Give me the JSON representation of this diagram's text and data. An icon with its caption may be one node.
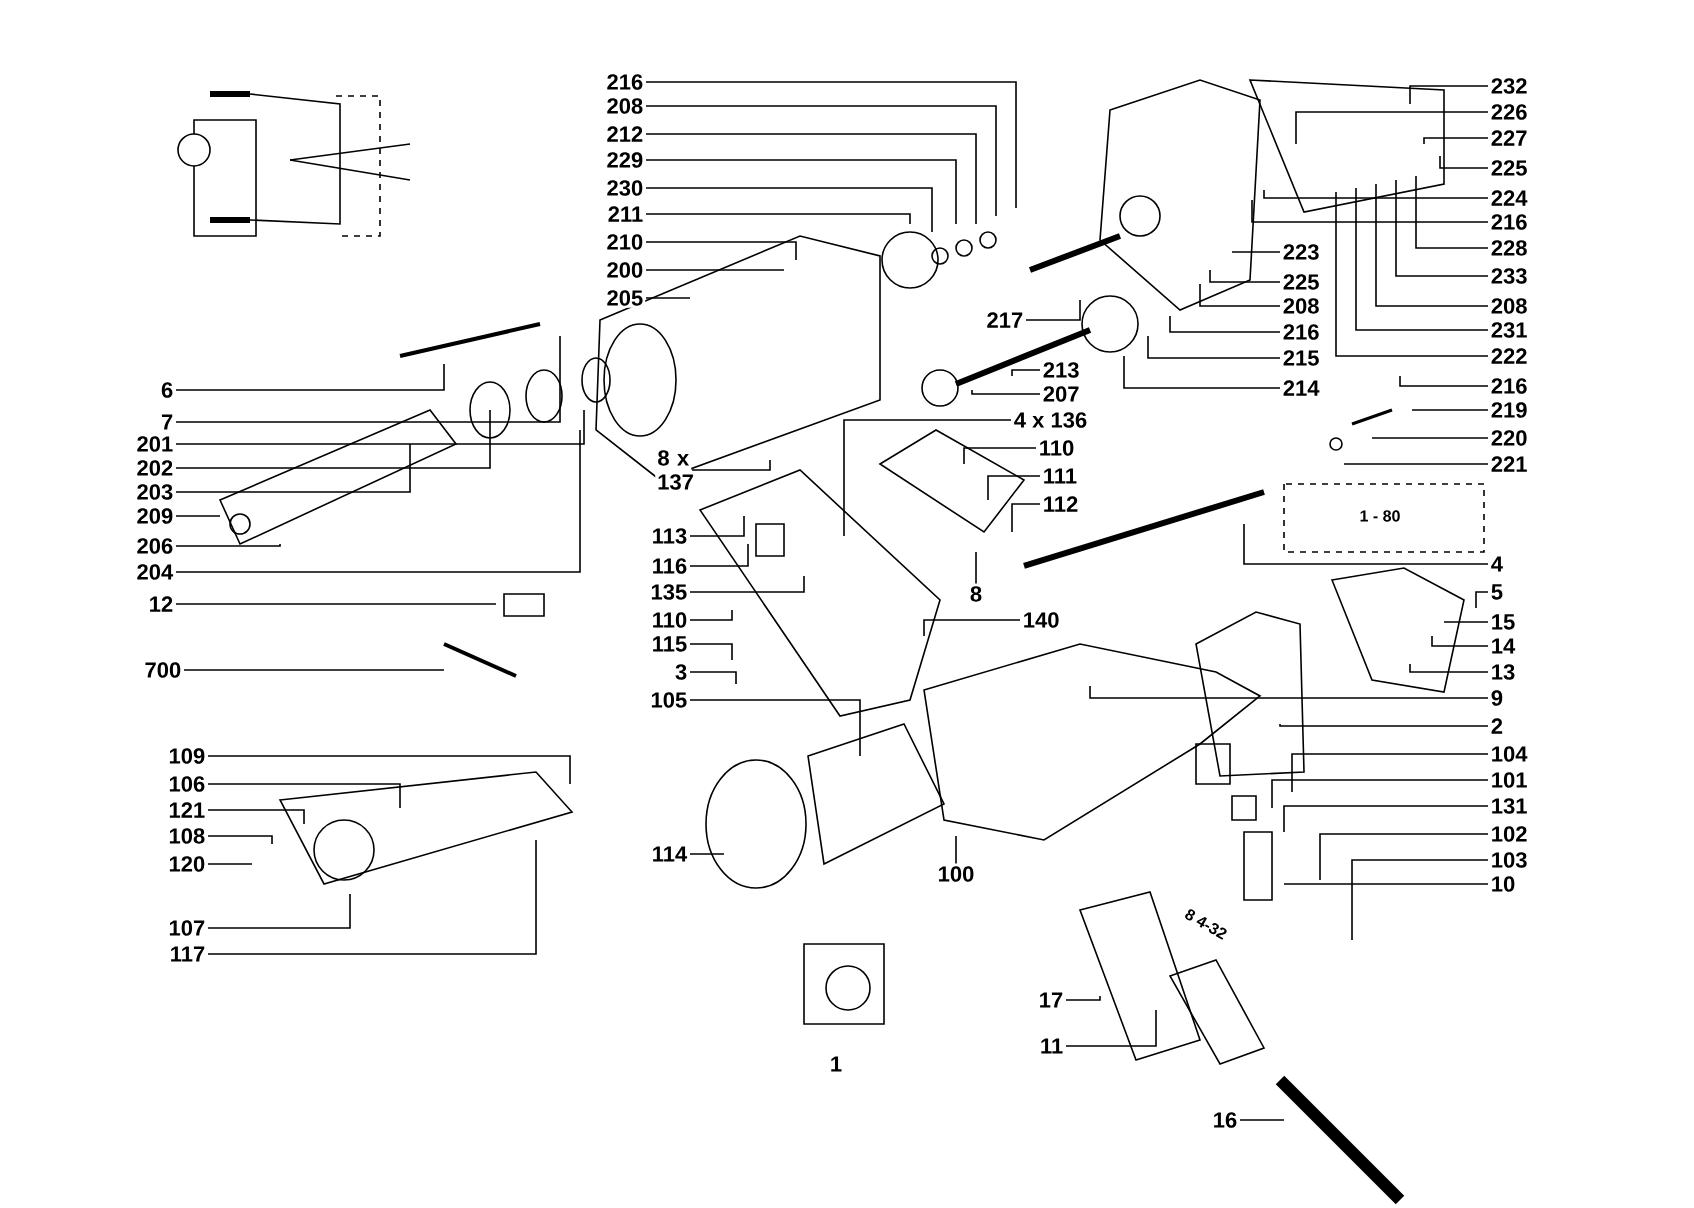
{
  "diagram": {
    "nodes": [
      {
        "text": [
          "6"
        ]
      },
      {
        "text": [
          "7"
        ]
      },
      {
        "text": [
          "201"
        ]
      },
      {
        "text": [
          "202"
        ]
      },
      {
        "text": [
          "203"
        ]
      },
      {
        "text": [
          "209"
        ]
      },
      {
        "text": [
          "206"
        ]
      },
      {
        "text": [
          "204"
        ]
      },
      {
        "text": [
          "12"
        ]
      },
      {
        "text": [
          "700"
        ]
      },
      {
        "text": [
          "109"
        ]
      },
      {
        "text": [
          "106"
        ]
      },
      {
        "text": [
          "121"
        ]
      },
      {
        "text": [
          "108"
        ]
      },
      {
        "text": [
          "120"
        ]
      },
      {
        "text": [
          "107"
        ]
      },
      {
        "text": [
          "117"
        ]
      },
      {
        "text": [
          "216"
        ]
      },
      {
        "text": [
          "208"
        ]
      },
      {
        "text": [
          "212"
        ]
      },
      {
        "text": [
          "229"
        ]
      },
      {
        "text": [
          "230"
        ]
      },
      {
        "text": [
          "211"
        ]
      },
      {
        "text": [
          "210"
        ]
      },
      {
        "text": [
          "200"
        ]
      },
      {
        "text": [
          "205"
        ]
      },
      {
        "text": [
          "8 x 137"
        ]
      },
      {
        "text": [
          "113"
        ]
      },
      {
        "text": [
          "116"
        ]
      },
      {
        "text": [
          "135"
        ]
      },
      {
        "text": [
          "110"
        ]
      },
      {
        "text": [
          "115"
        ]
      },
      {
        "text": [
          "3"
        ]
      },
      {
        "text": [
          "105"
        ]
      },
      {
        "text": [
          "114"
        ]
      },
      {
        "text": [
          "217"
        ]
      },
      {
        "text": [
          "213"
        ]
      },
      {
        "text": [
          "207"
        ]
      },
      {
        "text": [
          "4 x 136"
        ]
      },
      {
        "text": [
          "110"
        ]
      },
      {
        "text": [
          "111"
        ]
      },
      {
        "text": [
          "112"
        ]
      },
      {
        "text": [
          "140"
        ]
      },
      {
        "text": [
          "8"
        ]
      },
      {
        "text": [
          "100"
        ]
      },
      {
        "text": [
          "17"
        ]
      },
      {
        "text": [
          "11"
        ]
      },
      {
        "text": [
          "16"
        ]
      },
      {
        "text": [
          "232"
        ]
      },
      {
        "text": [
          "226"
        ]
      },
      {
        "text": [
          "227"
        ]
      },
      {
        "text": [
          "225"
        ]
      },
      {
        "text": [
          "224"
        ]
      },
      {
        "text": [
          "216"
        ]
      },
      {
        "text": [
          "228"
        ]
      },
      {
        "text": [
          "233"
        ]
      },
      {
        "text": [
          "208"
        ]
      },
      {
        "text": [
          "231"
        ]
      },
      {
        "text": [
          "222"
        ]
      },
      {
        "text": [
          "223"
        ]
      },
      {
        "text": [
          "225"
        ]
      },
      {
        "text": [
          "208"
        ]
      },
      {
        "text": [
          "216"
        ]
      },
      {
        "text": [
          "215"
        ]
      },
      {
        "text": [
          "214"
        ]
      },
      {
        "text": [
          "216"
        ]
      },
      {
        "text": [
          "219"
        ]
      },
      {
        "text": [
          "220"
        ]
      },
      {
        "text": [
          "221"
        ]
      },
      {
        "text": [
          "4"
        ]
      },
      {
        "text": [
          "5"
        ]
      },
      {
        "text": [
          "15"
        ]
      },
      {
        "text": [
          "14"
        ]
      },
      {
        "text": [
          "13"
        ]
      },
      {
        "text": [
          "9"
        ]
      },
      {
        "text": [
          "2"
        ]
      },
      {
        "text": [
          "104"
        ]
      },
      {
        "text": [
          "101"
        ]
      },
      {
        "text": [
          "131"
        ]
      },
      {
        "text": [
          "102"
        ]
      },
      {
        "text": [
          "103"
        ]
      },
      {
        "text": [
          "10"
        ]
      }
    ],
    "edges": [
      {
        "from": 0,
        "to": null,
        "arrow": "none"
      },
      {
        "from": 1,
        "to": null,
        "arrow": "none"
      },
      {
        "from": 2,
        "to": null,
        "arrow": "none"
      },
      {
        "from": 3,
        "to": null,
        "arrow": "none"
      },
      {
        "from": 4,
        "to": null,
        "arrow": "none"
      },
      {
        "from": 5,
        "to": null,
        "arrow": "none"
      },
      {
        "from": 6,
        "to": null,
        "arrow": "none"
      },
      {
        "from": 7,
        "to": null,
        "arrow": "none"
      },
      {
        "from": 8,
        "to": null,
        "arrow": "none"
      },
      {
        "from": 9,
        "to": null,
        "arrow": "none"
      },
      {
        "from": 10,
        "to": null,
        "arrow": "none"
      },
      {
        "from": 11,
        "to": null,
        "arrow": "none"
      },
      {
        "from": 12,
        "to": null,
        "arrow": "none"
      },
      {
        "from": 13,
        "to": null,
        "arrow": "none"
      },
      {
        "from": 14,
        "to": null,
        "arrow": "none"
      },
      {
        "from": 15,
        "to": null,
        "arrow": "none"
      },
      {
        "from": 16,
        "to": null,
        "arrow": "none"
      },
      {
        "from": 17,
        "to": null,
        "arrow": "none"
      },
      {
        "from": 18,
        "to": null,
        "arrow": "none"
      },
      {
        "from": 19,
        "to": null,
        "arrow": "none"
      },
      {
        "from": 20,
        "to": null,
        "arrow": "none"
      },
      {
        "from": 21,
        "to": null,
        "arrow": "none"
      },
      {
        "from": 22,
        "to": null,
        "arrow": "none"
      },
      {
        "from": 23,
        "to": null,
        "arrow": "none"
      },
      {
        "from": 24,
        "to": null,
        "arrow": "none"
      },
      {
        "from": 25,
        "to": null,
        "arrow": "none"
      },
      {
        "from": 26,
        "to": null,
        "arrow": "none"
      },
      {
        "from": 27,
        "to": null,
        "arrow": "none"
      },
      {
        "from": 28,
        "to": null,
        "arrow": "none"
      },
      {
        "from": 29,
        "to": null,
        "arrow": "none"
      },
      {
        "from": 30,
        "to": null,
        "arrow": "none"
      },
      {
        "from": 31,
        "to": null,
        "arrow": "none"
      },
      {
        "from": 32,
        "to": null,
        "arrow": "none"
      },
      {
        "from": 33,
        "to": null,
        "arrow": "none"
      },
      {
        "from": 34,
        "to": null,
        "arrow": "none"
      },
      {
        "from": 35,
        "to": null,
        "arrow": "none"
      },
      {
        "from": 36,
        "to": null,
        "arrow": "none"
      },
      {
        "from": 37,
        "to": null,
        "arrow": "none"
      },
      {
        "from": 38,
        "to": null,
        "arrow": "none"
      },
      {
        "from": 39,
        "to": null,
        "arrow": "none"
      },
      {
        "from": 40,
        "to": null,
        "arrow": "none"
      },
      {
        "from": 41,
        "to": null,
        "arrow": "none"
      },
      {
        "from": 42,
        "to": null,
        "arrow": "none"
      },
      {
        "from": 43,
        "to": null,
        "arrow": "none"
      },
      {
        "from": 44,
        "to": null,
        "arrow": "none"
      },
      {
        "from": 45,
        "to": null,
        "arrow": "none"
      },
      {
        "from": 46,
        "to": null,
        "arrow": "none"
      },
      {
        "from": 47,
        "to": null,
        "arrow": "none"
      },
      {
        "from": 48,
        "to": null,
        "arrow": "none"
      },
      {
        "from": 49,
        "to": null,
        "arrow": "none"
      },
      {
        "from": 50,
        "to": null,
        "arrow": "none"
      },
      {
        "from": 51,
        "to": null,
        "arrow": "none"
      },
      {
        "from": 52,
        "to": null,
        "arrow": "none"
      },
      {
        "from": 53,
        "to": null,
        "arrow": "none"
      },
      {
        "from": 54,
        "to": null,
        "arrow": "none"
      },
      {
        "from": 55,
        "to": null,
        "arrow": "none"
      },
      {
        "from": 56,
        "to": null,
        "arrow": "none"
      },
      {
        "from": 57,
        "to": null,
        "arrow": "none"
      },
      {
        "from": 58,
        "to": null,
        "arrow": "none"
      },
      {
        "from": 59,
        "to": null,
        "arrow": "none"
      },
      {
        "from": 60,
        "to": null,
        "arrow": "none"
      },
      {
        "from": 61,
        "to": null,
        "arrow": "none"
      },
      {
        "from": 62,
        "to": null,
        "arrow": "none"
      },
      {
        "from": 63,
        "to": null,
        "arrow": "none"
      },
      {
        "from": 64,
        "to": null,
        "arrow": "none"
      },
      {
        "from": 65,
        "to": null,
        "arrow": "none"
      },
      {
        "from": 66,
        "to": null,
        "arrow": "none"
      },
      {
        "from": 67,
        "to": null,
        "arrow": "none"
      },
      {
        "from": 68,
        "to": null,
        "arrow": "none"
      },
      {
        "from": 69,
        "to": null,
        "arrow": "none"
      },
      {
        "from": 70,
        "to": null,
        "arrow": "none"
      },
      {
        "from": 71,
        "to": null,
        "arrow": "none"
      },
      {
        "from": 72,
        "to": null,
        "arrow": "none"
      },
      {
        "from": 73,
        "to": null,
        "arrow": "none"
      },
      {
        "from": 74,
        "to": null,
        "arrow": "none"
      },
      {
        "from": 75,
        "to": null,
        "arrow": "none"
      },
      {
        "from": 76,
        "to": null,
        "arrow": "none"
      },
      {
        "from": 77,
        "to": null,
        "arrow": "none"
      },
      {
        "from": 78,
        "to": null,
        "arrow": "none"
      },
      {
        "from": 79,
        "to": null,
        "arrow": "none"
      },
      {
        "from": 80,
        "to": null,
        "arrow": "none"
      },
      {
        "from": 81,
        "to": null,
        "arrow": "none"
      }
    ],
    "labels": [
      "1 - 80",
      "8 4-32",
      "1"
    ]
  }
}
